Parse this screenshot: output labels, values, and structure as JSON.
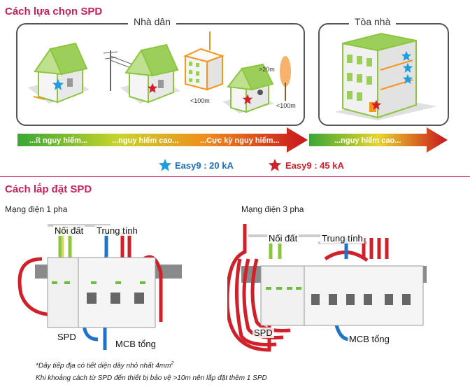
{
  "section1": {
    "title": "Cách lựa chọn SPD",
    "panel_residential": "Nhà dân",
    "panel_building": "Tòa nhà",
    "dist_labels": {
      "a": ">20m",
      "b": "<100m",
      "c": "<100m"
    },
    "arrow_residential": [
      "...ít nguy hiểm...",
      "...nguy hiểm cao...",
      "...Cực kỳ nguy hiểm..."
    ],
    "arrow_building": "...nguy hiểm cao...",
    "legend": [
      {
        "icon": "blue-star-icon",
        "label": "Easy9 : 20 kA",
        "color": "#1e9ee0"
      },
      {
        "icon": "red-star-icon",
        "label": "Easy9 : 45 kA",
        "color": "#d0202a"
      }
    ]
  },
  "section2": {
    "title": "Cách lắp đặt SPD",
    "single_phase": {
      "title": "Mạng điện 1 pha",
      "earth": "Nối đất",
      "neutral": "Trung tính",
      "spd": "SPD",
      "mcb": "MCB tổng"
    },
    "three_phase": {
      "title": "Mạng điện 3 pha",
      "earth": "Nối đất",
      "neutral": "Trung tính",
      "spd": "SPD",
      "mcb": "MCB tổng"
    },
    "notes": {
      "line1": "*Dây tiếp địa có tiết diện dây nhỏ nhất 4mm",
      "sup": "2",
      "line2": "Khi khoảng cách từ SPD đến thiết bị bảo vệ >10m nên lắp đặt thêm 1 SPD"
    }
  }
}
